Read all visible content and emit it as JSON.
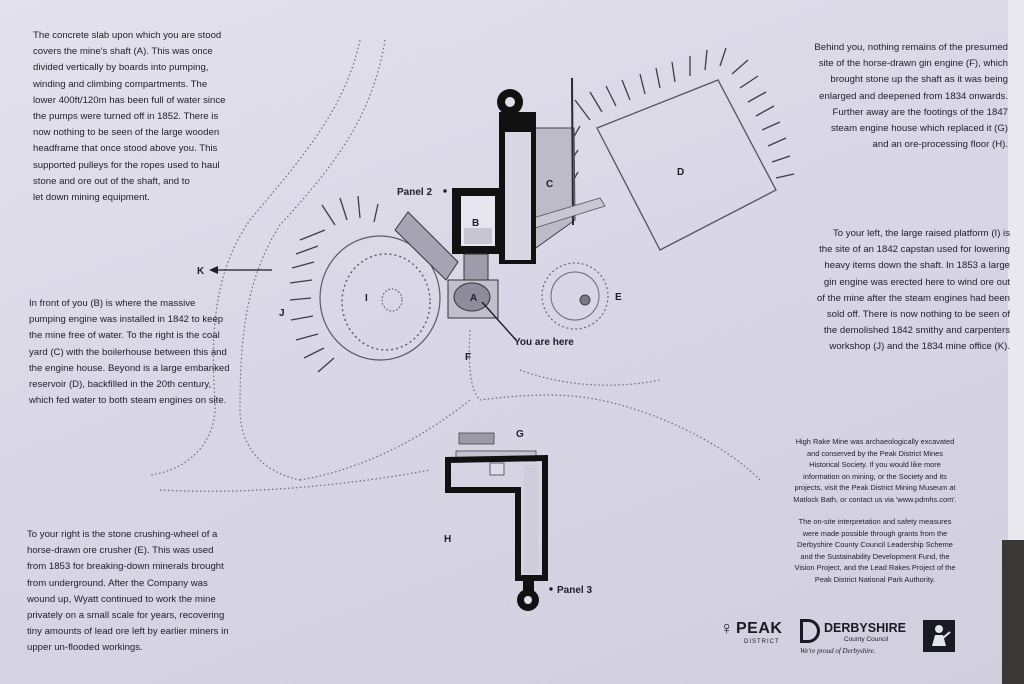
{
  "texts": {
    "top_left": "The concrete slab upon which you are stood\ncovers the mine's shaft (A).  This was once\ndivided vertically by boards into pumping,\nwinding and climbing compartments.  The\nlower 400ft/120m has been full of water since\nthe pumps were turned off in 1852.  There is\nnow nothing to be seen of the large wooden\nheadframe that once stood above you.  This\nsupported pulleys for the ropes used to haul\nstone and ore out of the shaft, and to\nlet down mining equipment.",
    "mid_left": "In front of you (B) is where the massive\npumping engine was installed in 1842 to keep\nthe mine free of water.  To the right is the coal\nyard (C) with the boilerhouse between this and\nthe engine house.  Beyond is a large embanked\nreservoir (D), backfilled in the 20th century,\nwhich fed water to both steam engines on site.",
    "bottom_left": "To your right is the stone crushing-wheel of a\nhorse-drawn ore crusher (E).  This was used\nfrom 1853 for breaking-down minerals brought\nfrom underground.  After the Company was\nwound up, Wyatt continued to work the mine\nprivately on a small scale for years, recovering\ntiny amounts of lead ore left by earlier miners in\nupper un-flooded workings.",
    "top_right": "Behind you, nothing remains of the presumed\nsite of the horse-drawn gin engine (F), which\nbrought stone up the shaft as it was being\nenlarged and deepened from 1834 onwards.\nFurther away are the footings of the 1847\nsteam engine house which replaced it (G)\nand an ore-processing floor (H).",
    "mid_right": "To your left, the large raised platform (I) is\nthe site of an 1842 capstan used for lowering\nheavy items down the shaft.  In 1853 a large\ngin engine was erected here to wind ore out\nof the mine after the steam engines had been\nsold off.  There is now nothing to be seen of\nthe demolished 1842 smithy and carpenters\nworkshop (J) and the 1834 mine office (K).",
    "credits_1": "High Rake Mine was archaeologically excavated\nand conserved by the Peak District Mines\nHistorical Society.  If you would like more\ninformation on mining, or the Society and its\nprojects, visit the Peak District Mining Museum at\nMatlock Bath, or contact us via 'www.pdmhs.com'.",
    "credits_2": "The on-site interpretation and safety measures\nwere made possible through grants from the\nDerbyshire County Council Leadership Scheme\nand the Sustainability Development Fund, the\nVision Project, and the Lead Rakes Project of the\nPeak District National Park Authority."
  },
  "map_labels": {
    "a": "A",
    "b": "B",
    "c": "C",
    "d": "D",
    "e": "E",
    "f": "F",
    "g": "G",
    "h": "H",
    "i": "I",
    "j": "J",
    "k": "K",
    "panel2": "Panel 2",
    "panel3": "Panel 3",
    "you_are_here": "You are here"
  },
  "logos": {
    "peak_name": "PEAK",
    "peak_sub": "DISTRICT",
    "derbyshire_name": "DERBYSHIRE",
    "derbyshire_sub": "County Council",
    "derbyshire_tag": "We're proud of Derbyshire."
  }
}
